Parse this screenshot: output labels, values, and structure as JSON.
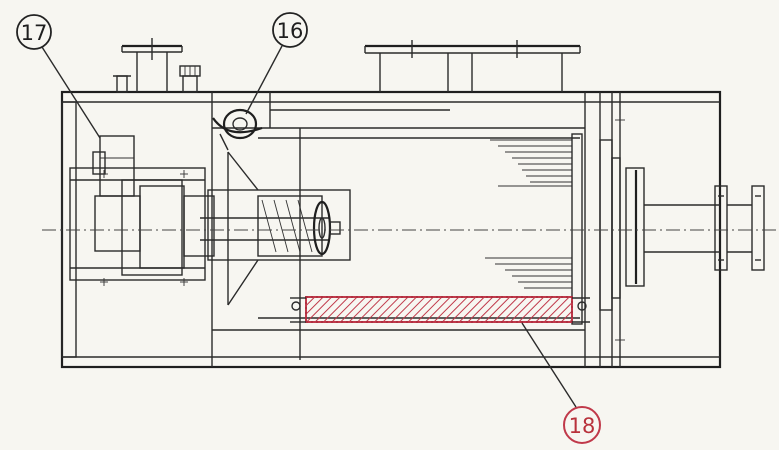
{
  "callouts": {
    "c17": {
      "label": "17"
    },
    "c16": {
      "label": "16"
    },
    "c18": {
      "label": "18"
    }
  },
  "colors": {
    "line": "#2b2b2b",
    "background": "#f7f6f1",
    "highlight": "#c0394a"
  }
}
